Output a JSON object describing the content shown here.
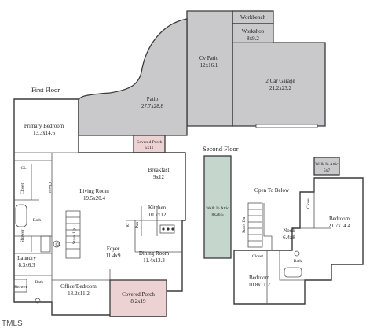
{
  "headings": {
    "first_floor": "First Floor",
    "second_floor": "Second Floor"
  },
  "rooms": {
    "workbench": "Workbench",
    "workshop": {
      "name": "Workshop",
      "dim": "8x9.2"
    },
    "cv_patio": {
      "name": "Cv Patio",
      "dim": "12x16.1"
    },
    "garage": {
      "name": "2 Car Garage",
      "dim": "21.2x23.2"
    },
    "patio": {
      "name": "Patio",
      "dim": "27.7x28.8"
    },
    "primary_bedroom": {
      "name": "Primary Bedroom",
      "dim": "13.3x14.6"
    },
    "covered_porch_back": {
      "name": "Covered Porch",
      "dim": "5x11"
    },
    "breakfast": {
      "name": "Breakfast",
      "dim": "9x12"
    },
    "living_room": {
      "name": "Living Room",
      "dim": "19.5x20.4"
    },
    "kitchen": {
      "name": "Kitchen",
      "dim": "10.7x12"
    },
    "foyer": {
      "name": "Foyer",
      "dim": "11.4x9"
    },
    "dining_room": {
      "name": "Dining Room",
      "dim": "11.4x13.3"
    },
    "laundry": {
      "name": "Laundry",
      "dim": "8.3x6.3"
    },
    "office_bedroom": {
      "name": "Office/Bedroom",
      "dim": "13.2x11.2"
    },
    "covered_porch_front": {
      "name": "Covered Porch",
      "dim": "8.2x19"
    },
    "walk_in_attic_big": {
      "name": "Walk In Attic",
      "dim": "8x26.5"
    },
    "walk_in_attic_small": {
      "name": "Walk In Attic",
      "dim": "5x7"
    },
    "open_to_below": "Open To Below",
    "bedroom_right": {
      "name": "Bedroom",
      "dim": "21.7x14.4"
    },
    "nook": {
      "name": "Nook",
      "dim": "6.4x8"
    },
    "bedroom_bottom": {
      "name": "Bedroom",
      "dim": "10.8x11.2"
    }
  },
  "fixtures": {
    "cl": "CL",
    "closet": "Closet",
    "bath": "Bath",
    "shower": "Shower",
    "stairs_up": "Stairs Up",
    "stairs_dn": "Stairs Dn",
    "pantry": "Pan",
    "refrigerator": "Rf"
  },
  "watermark": "TMLS"
}
